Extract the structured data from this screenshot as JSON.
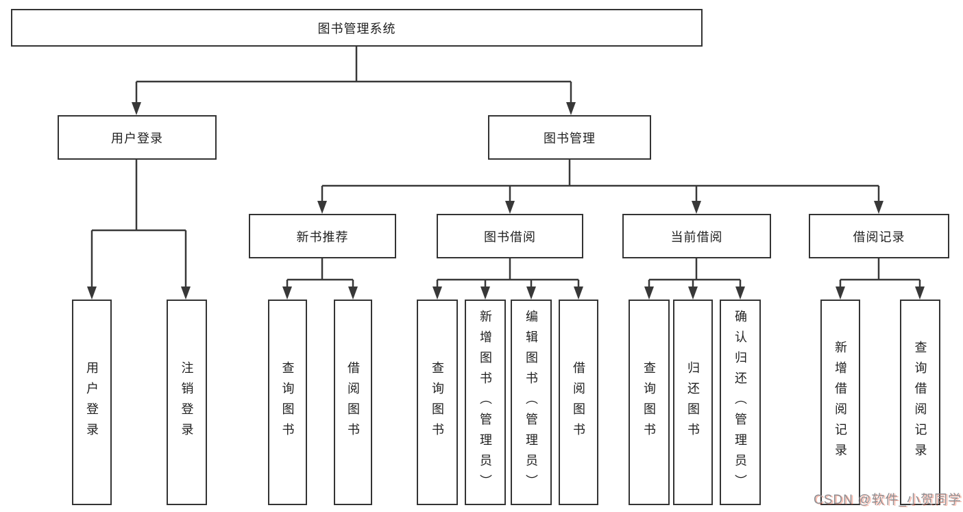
{
  "diagram": {
    "root": {
      "label": "图书管理系统"
    },
    "branches": [
      {
        "label": "用户登录",
        "children": [
          {
            "label": "用户登录"
          },
          {
            "label": "注销登录"
          }
        ]
      },
      {
        "label": "图书管理",
        "children": [
          {
            "label": "新书推荐",
            "children": [
              {
                "label": "查询图书"
              },
              {
                "label": "借阅图书"
              }
            ]
          },
          {
            "label": "图书借阅",
            "children": [
              {
                "label": "查询图书"
              },
              {
                "label": "新增图书（管理员）"
              },
              {
                "label": "编辑图书（管理员）"
              },
              {
                "label": "借阅图书"
              }
            ]
          },
          {
            "label": "当前借阅",
            "children": [
              {
                "label": "查询图书"
              },
              {
                "label": "归还图书"
              },
              {
                "label": "确认归还（管理员）"
              }
            ]
          },
          {
            "label": "借阅记录",
            "children": [
              {
                "label": "新增借阅记录"
              },
              {
                "label": "查询借阅记录"
              }
            ]
          }
        ]
      }
    ]
  },
  "watermark": {
    "text": "CSDN @软件_小贺同学"
  },
  "colors": {
    "line": "#383838",
    "box_border": "#333333",
    "text": "#1f1f1f",
    "background": "#ffffff",
    "watermark_gray": "#8f8f93",
    "watermark_accent": "#fc5531"
  }
}
